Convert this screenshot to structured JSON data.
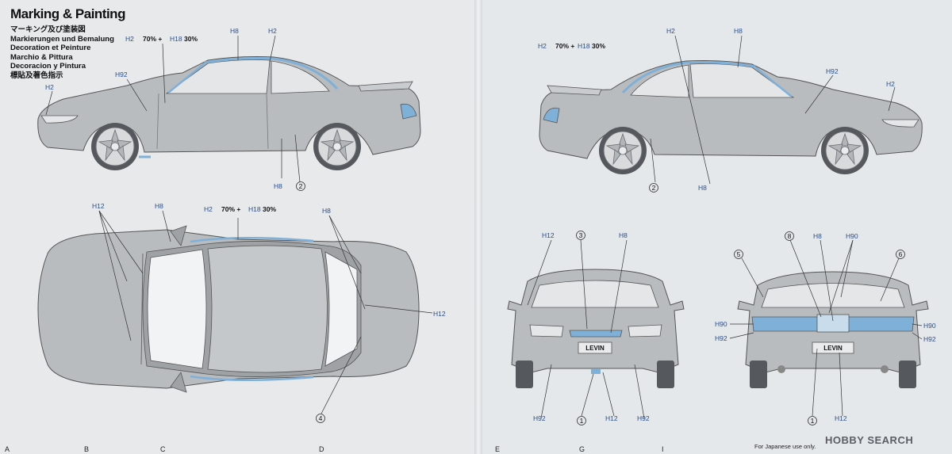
{
  "header": {
    "title": "Marking & Painting",
    "languages": [
      "マーキング及び塗装図",
      "Markierungen und Bemalung",
      "Decoration et Peinture",
      "Marchio & Pittura",
      "Decoracion y Pintura",
      "標貼及著色指示"
    ]
  },
  "paint_codes": {
    "h2": "H2",
    "h8": "H8",
    "h12": "H12",
    "h18": "H18",
    "h90": "H90",
    "h92": "H92"
  },
  "mix": {
    "a": "70% +",
    "b": "30%"
  },
  "parts": [
    "1",
    "2",
    "3",
    "4",
    "5",
    "6",
    "8"
  ],
  "plates": {
    "front": "LEVIN",
    "rear": "LEVIN"
  },
  "bottom_tabs": [
    "A",
    "B",
    "C",
    "D",
    "E",
    "G",
    "I"
  ],
  "footer_note": "For Japanese use only.",
  "watermark": "HOBBY SEARCH",
  "colors": {
    "blue_accent": "#7fb0d8",
    "code_blue": "#2a4f8c",
    "body_gray": "#b9bcbf"
  }
}
